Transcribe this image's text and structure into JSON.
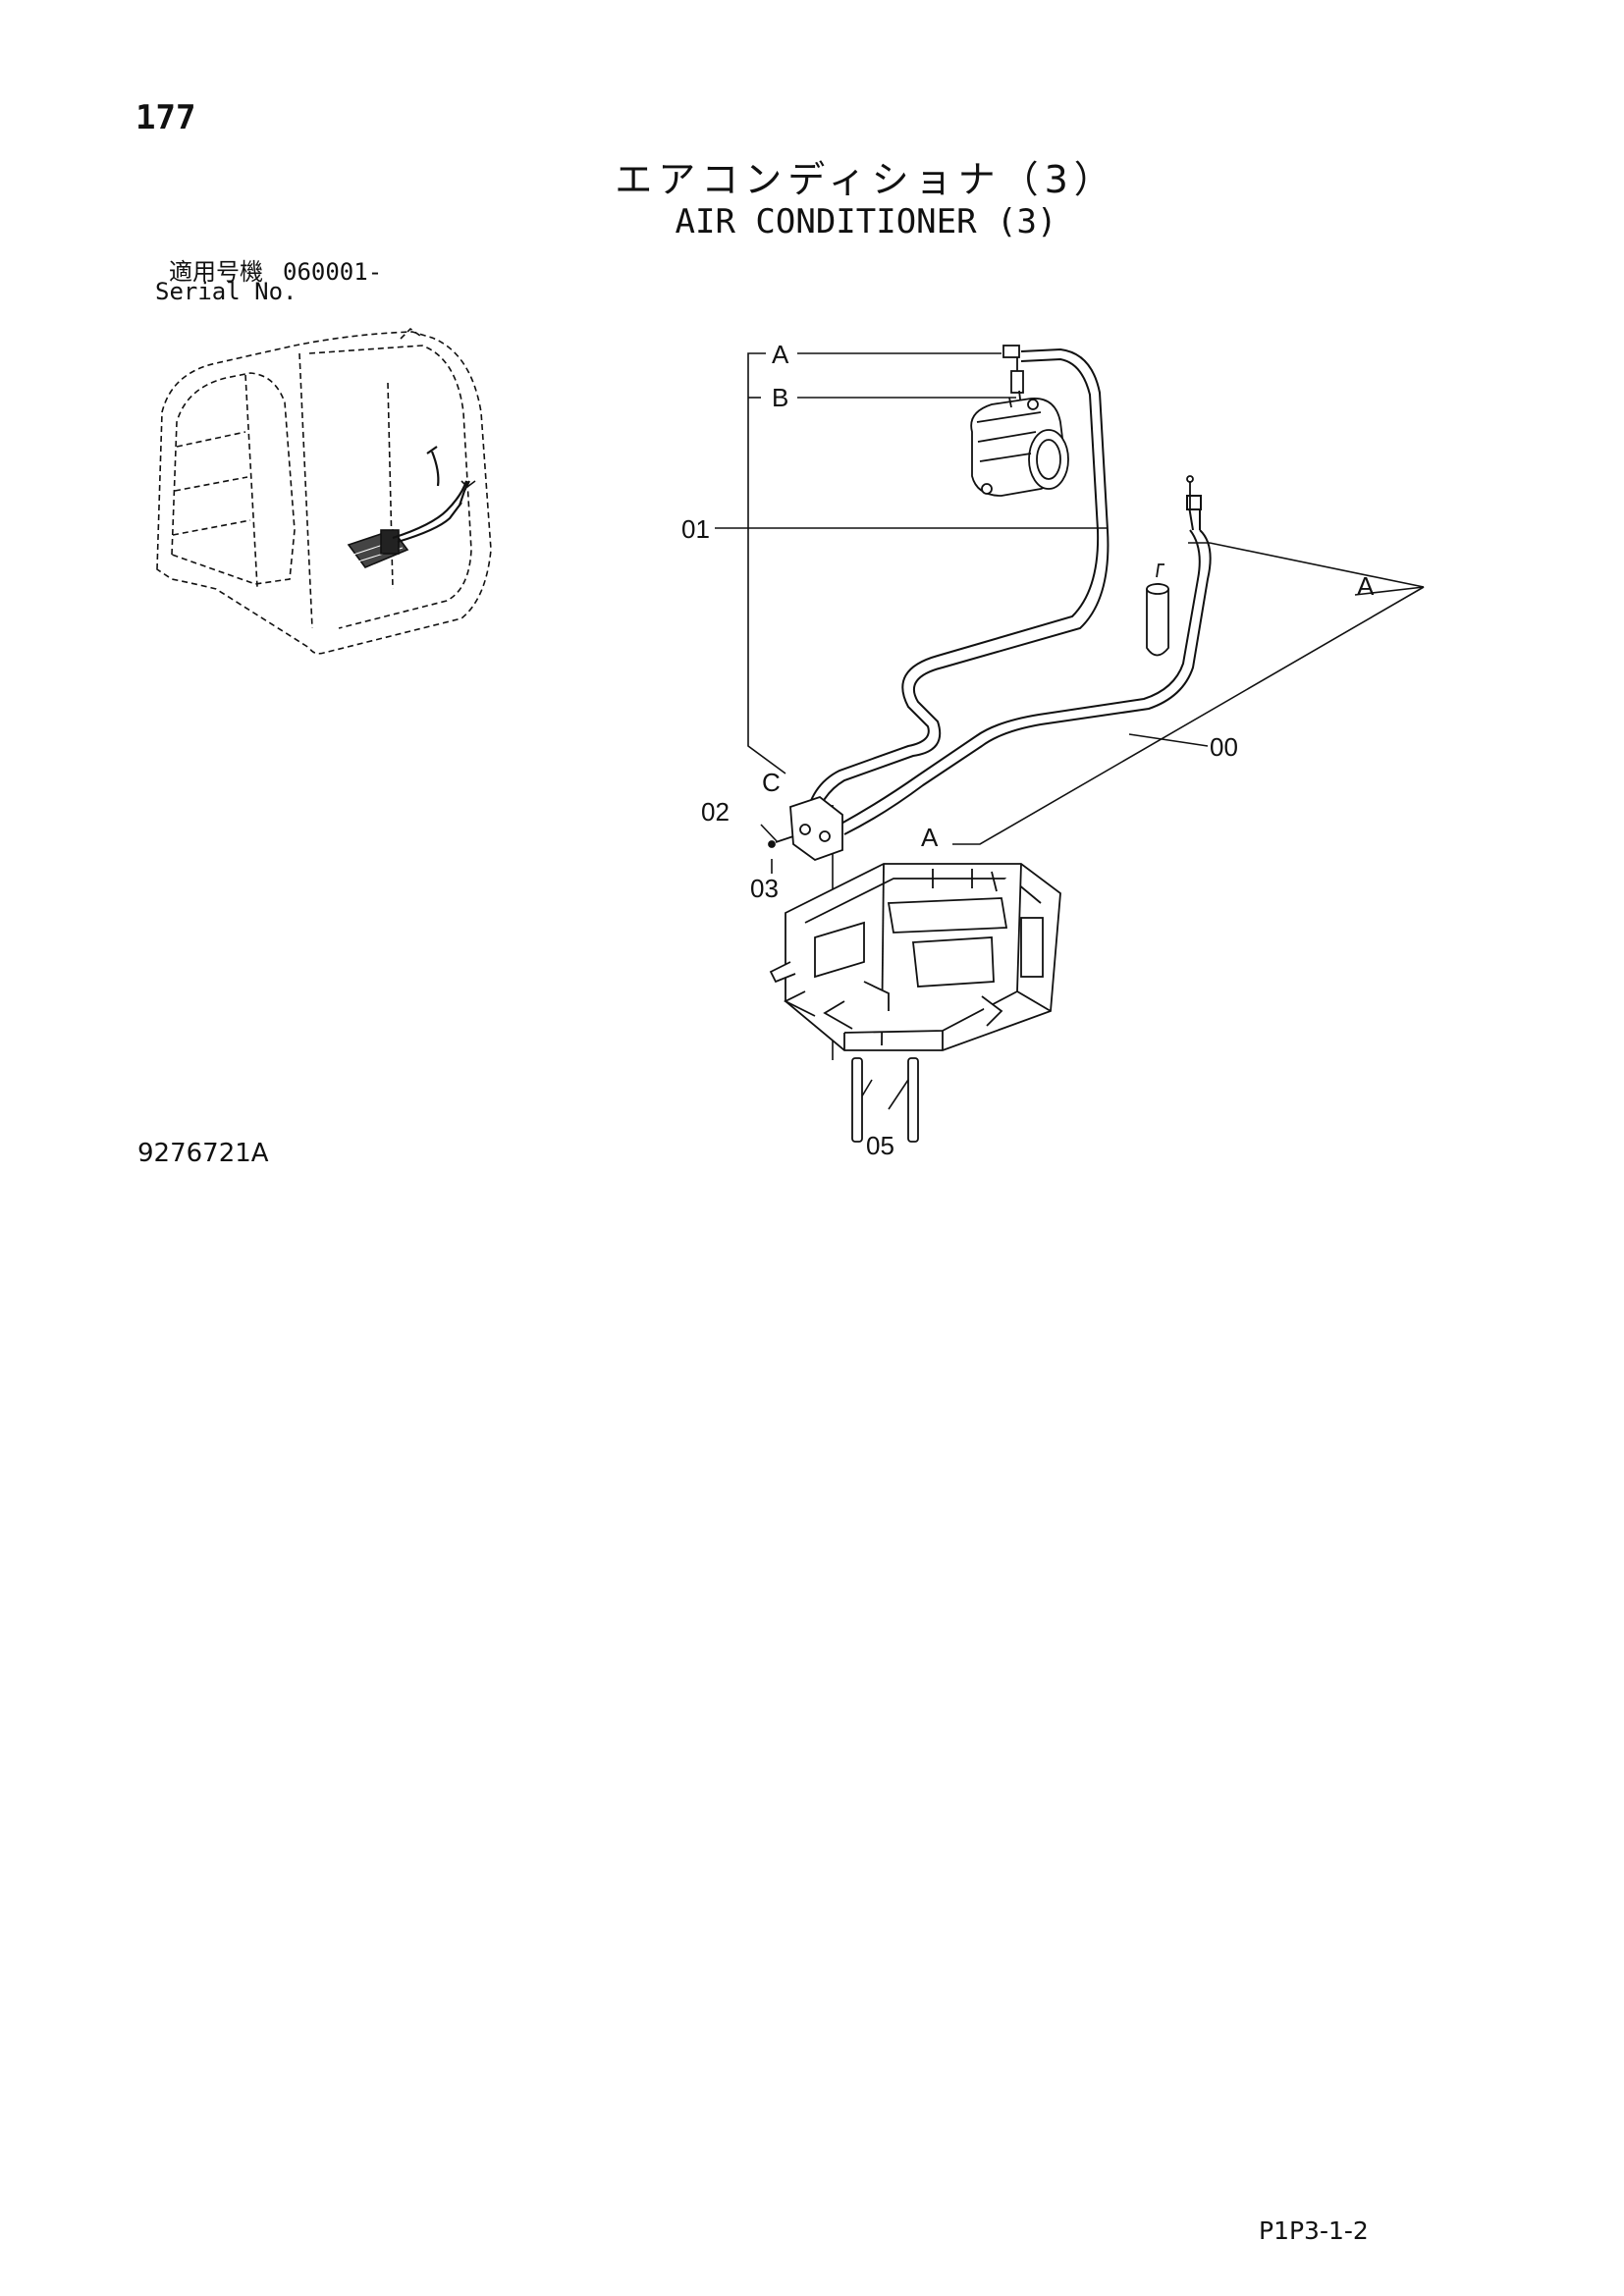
{
  "header": {
    "page_number": "177",
    "title_jp": "エアコンディショナ（3）",
    "title_en": "AIR CONDITIONER (3)",
    "serial_label_jp": "適用号機",
    "serial_range": "060001-",
    "serial_label_en": "Serial No."
  },
  "labels": {
    "a_top": "A",
    "b": "B",
    "p01": "01",
    "a_right": "A",
    "p00": "00",
    "c": "C",
    "p02": "02",
    "a_mid": "A",
    "p03": "03",
    "p05": "05"
  },
  "footer": {
    "diagram_id": "9276721A",
    "page_code": "P1P3-1-2"
  },
  "colors": {
    "line": "#111111",
    "background": "#ffffff"
  }
}
